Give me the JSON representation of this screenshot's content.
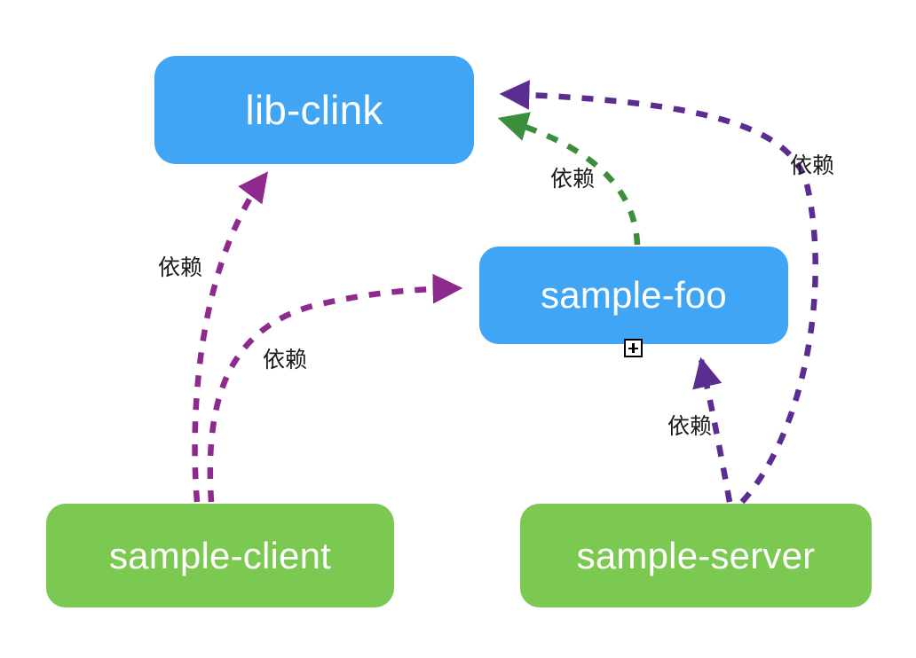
{
  "diagram": {
    "title": "module dependency graph",
    "background_color": "#ffffff",
    "colors": {
      "node_blue": "#41A5F6",
      "node_green": "#7BC950",
      "edge_magenta": "#8E2A8E",
      "edge_violet": "#5B2D91",
      "edge_green": "#3C8E3C",
      "label_text": "#1b1b1b",
      "node_text": "#ffffff"
    },
    "nodes": [
      {
        "id": "lib-clink",
        "label": "lib-clink",
        "color": "#41A5F6",
        "shape": "rounded-rect"
      },
      {
        "id": "sample-foo",
        "label": "sample-foo",
        "color": "#41A5F6",
        "shape": "rounded-rect",
        "has_expand_toggle": true
      },
      {
        "id": "sample-client",
        "label": "sample-client",
        "color": "#7BC950",
        "shape": "rounded-rect"
      },
      {
        "id": "sample-server",
        "label": "sample-server",
        "color": "#7BC950",
        "shape": "rounded-rect"
      }
    ],
    "edges": [
      {
        "id": "client-lib",
        "from": "sample-client",
        "to": "lib-clink",
        "label": "依赖",
        "color": "#8E2A8E",
        "style": "dashed"
      },
      {
        "id": "client-foo",
        "from": "sample-client",
        "to": "sample-foo",
        "label": "依赖",
        "color": "#8E2A8E",
        "style": "dashed"
      },
      {
        "id": "foo-lib",
        "from": "sample-foo",
        "to": "lib-clink",
        "label": "依赖",
        "color": "#3C8E3C",
        "style": "dashed"
      },
      {
        "id": "server-lib",
        "from": "sample-server",
        "to": "lib-clink",
        "label": "依赖",
        "color": "#5B2D91",
        "style": "dashed"
      },
      {
        "id": "server-foo",
        "from": "sample-server",
        "to": "sample-foo",
        "label": "依赖",
        "color": "#5B2D91",
        "style": "dashed"
      }
    ],
    "expand_toggle": {
      "symbol": "+",
      "state": "collapsed"
    }
  }
}
